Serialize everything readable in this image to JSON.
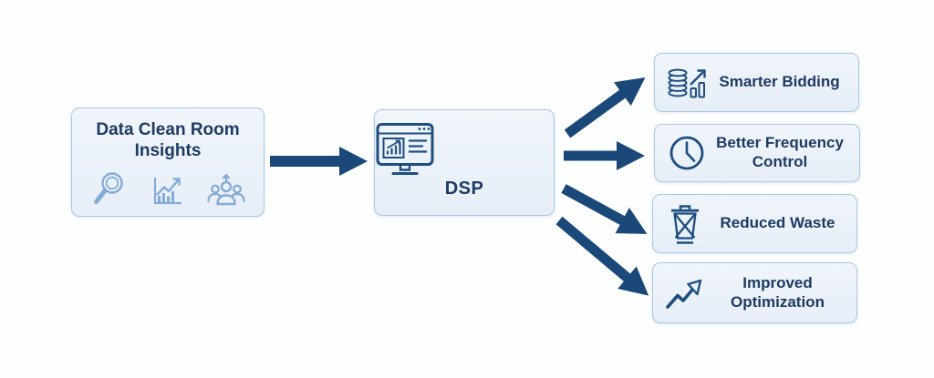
{
  "diagram": {
    "source_box": {
      "title_lines": [
        "Data Clean Room",
        "Insights"
      ],
      "icons": [
        "magnifier-icon",
        "chart-growth-icon",
        "audience-icon"
      ]
    },
    "hub_box": {
      "label": "DSP",
      "icon": "monitor-analytics-icon"
    },
    "output_boxes": [
      {
        "label": "Smarter Bidding",
        "icon": "coins-growth-icon"
      },
      {
        "label": "Better Frequency Control",
        "icon": "clock-icon"
      },
      {
        "label": "Reduced Waste",
        "icon": "trash-crossed-icon"
      },
      {
        "label": "Improved Optimization",
        "icon": "trend-up-icon"
      }
    ],
    "arrows": [
      "source-to-hub",
      "hub-to-smarter-bidding",
      "hub-to-better-frequency-control",
      "hub-to-reduced-waste",
      "hub-to-improved-optimization"
    ],
    "colors": {
      "background": "#fdfefe",
      "box_fill": "#eaf1f8",
      "box_border": "#a9c8e2",
      "title_text": "#1d3b63",
      "arrow": "#1a4878",
      "icon_light": "#84abd6",
      "icon_dark": "#1d4e80"
    }
  }
}
